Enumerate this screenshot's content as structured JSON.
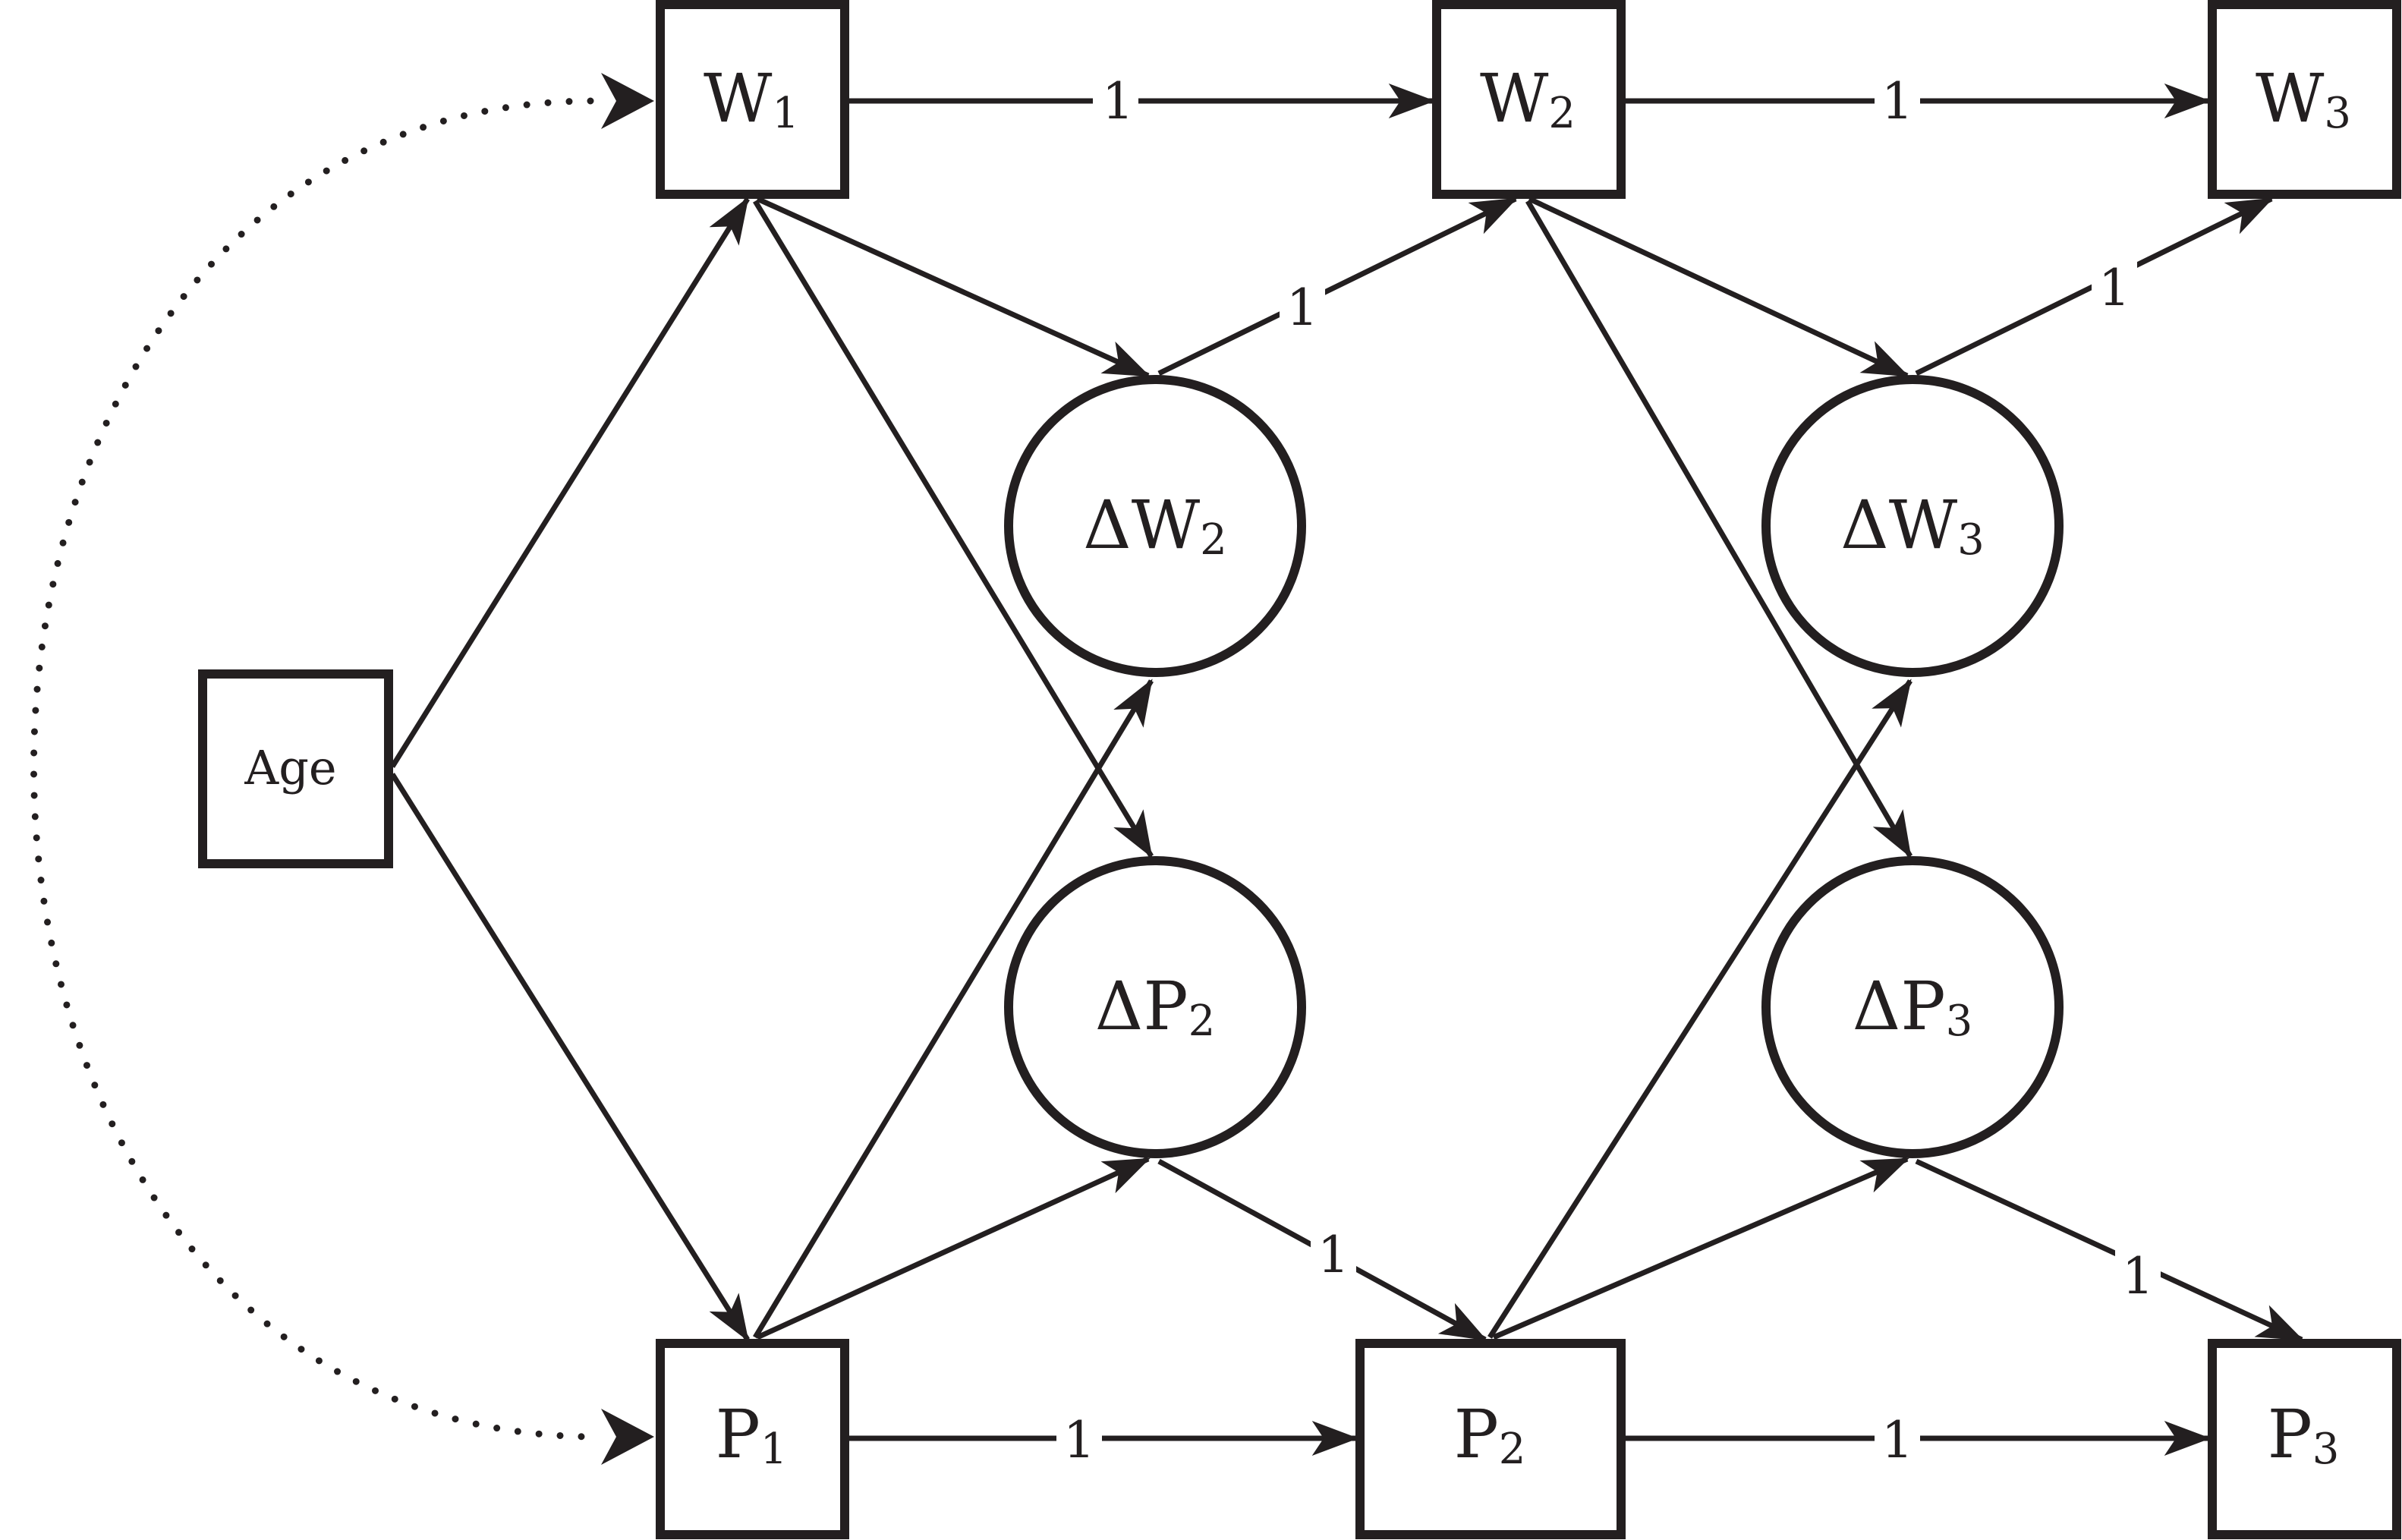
{
  "colors": {
    "ink": "#231f20",
    "background": "#ffffff"
  },
  "nodes": {
    "age": {
      "label": "Age"
    },
    "w1": {
      "main": "W",
      "sub": "1"
    },
    "w2": {
      "main": "W",
      "sub": "2"
    },
    "w3": {
      "main": "W",
      "sub": "3"
    },
    "p1": {
      "main": "P",
      "sub": "1"
    },
    "p2": {
      "main": "P",
      "sub": "2"
    },
    "p3": {
      "main": "P",
      "sub": "3"
    },
    "dw2": {
      "main": "ΔW",
      "sub": "2"
    },
    "dp2": {
      "main": "ΔP",
      "sub": "2"
    },
    "dw3": {
      "main": "ΔW",
      "sub": "3"
    },
    "dp3": {
      "main": "ΔP",
      "sub": "3"
    }
  },
  "coefficients": {
    "w1_w2": "1",
    "w2_w3": "1",
    "dw2_w2": "1",
    "dw3_w3": "1",
    "p1_p2": "1",
    "p2_p3": "1",
    "dp2_p2": "1",
    "dp3_p3": "1"
  }
}
